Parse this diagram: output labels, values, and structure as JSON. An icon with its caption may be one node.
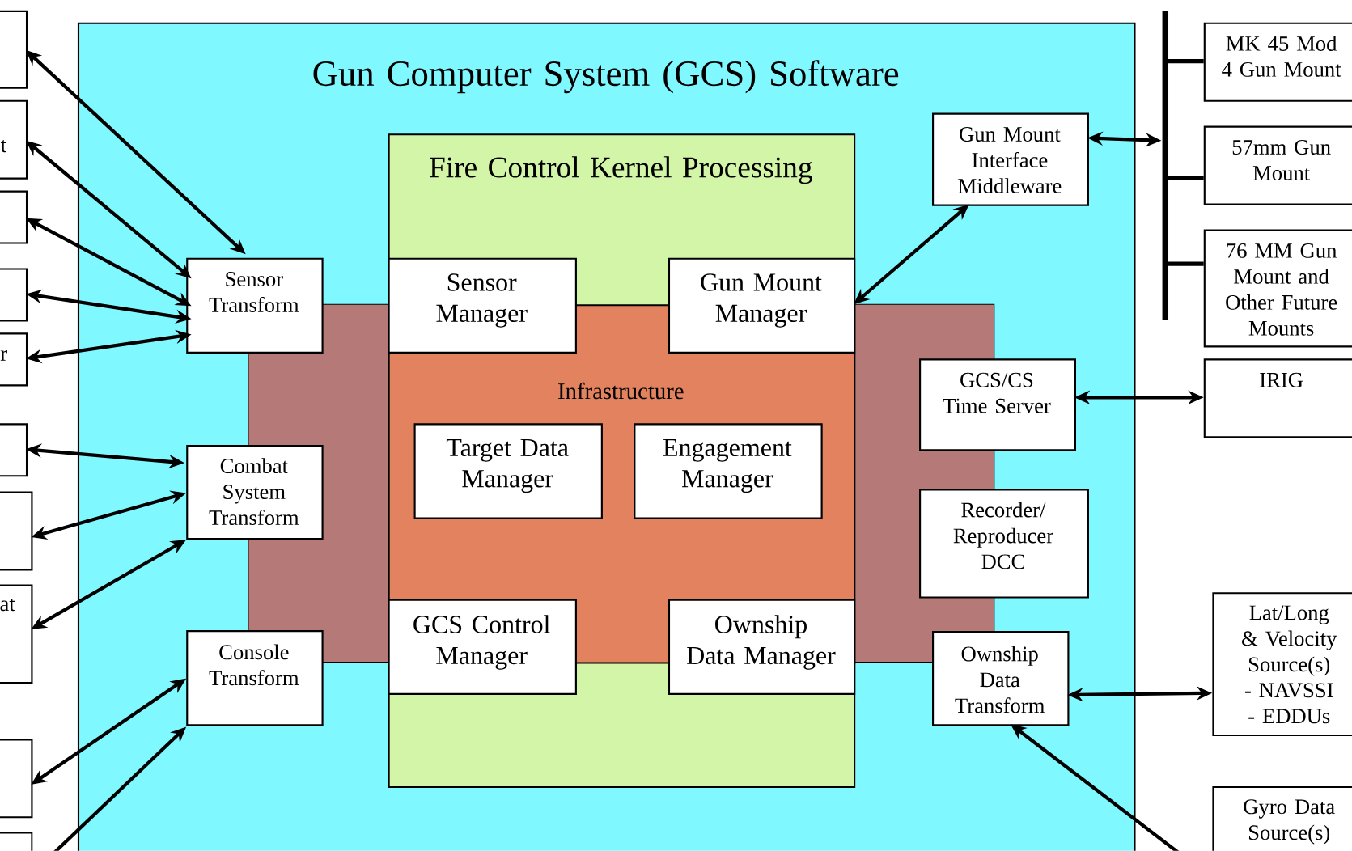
{
  "diagram": {
    "nodes": [
      {
        "text": [
          "Gun Computer System (GCS) Software"
        ]
      },
      {
        "text": [
          "Fire Control Kernel Processing"
        ],
        "in": 0
      },
      {
        "text": [
          "Sensor Manager"
        ],
        "in": 1
      },
      {
        "text": [
          "Gun Mount Manager"
        ],
        "in": 1
      },
      {
        "text": [
          "Infrastructure"
        ],
        "in": 1
      },
      {
        "text": [
          "Target Data Manager"
        ],
        "in": 4
      },
      {
        "text": [
          "Engagement Manager"
        ],
        "in": 4
      },
      {
        "text": [
          "GCS Control Manager"
        ],
        "in": 1
      },
      {
        "text": [
          "Ownship Data Manager"
        ],
        "in": 1
      },
      {
        "text": [
          "Sensor Transform"
        ],
        "in": 0
      },
      {
        "text": [
          "Combat System Transform"
        ],
        "in": 0
      },
      {
        "text": [
          "Console Transform"
        ],
        "in": 0
      },
      {
        "text": [
          "Gun Mount Interface Middleware"
        ],
        "in": 0
      },
      {
        "text": [
          "GCS/CS Time Server"
        ],
        "in": 0
      },
      {
        "text": [
          "Recorder/ Reproducer DCC"
        ],
        "in": 0
      },
      {
        "text": [
          "Ownship Data Transform"
        ],
        "in": 0
      },
      {
        "text": [
          "MK 45 Mod 4 Gun Mount"
        ]
      },
      {
        "text": [
          "57mm Gun Mount"
        ]
      },
      {
        "text": [
          "76 MM Gun Mount and Other Future Mounts"
        ]
      },
      {
        "text": [
          "IRIG"
        ]
      },
      {
        "text": [
          "Lat/Long & Velocity Source(s) - NAVSSI - EDDUs"
        ]
      },
      {
        "text": [
          "Gyro Data Source(s)"
        ]
      },
      {
        "text": [],
        "shape": "bar"
      },
      {
        "text": [],
        "shape": "box"
      },
      {
        "text": [
          "t"
        ]
      },
      {
        "text": [],
        "shape": "box"
      },
      {
        "text": [],
        "shape": "box"
      },
      {
        "text": [
          "r"
        ]
      },
      {
        "text": [],
        "shape": "box"
      },
      {
        "text": [],
        "shape": "box"
      },
      {
        "text": [
          "at"
        ]
      },
      {
        "text": [],
        "shape": "box"
      },
      {
        "text": [],
        "shape": "box"
      }
    ],
    "edges": [
      {
        "from": 23,
        "to": 9,
        "arrow": "both"
      },
      {
        "from": 24,
        "to": 9,
        "arrow": "both"
      },
      {
        "from": 25,
        "to": 9,
        "arrow": "both"
      },
      {
        "from": 26,
        "to": 9,
        "arrow": "both"
      },
      {
        "from": 27,
        "to": 9,
        "arrow": "both"
      },
      {
        "from": 28,
        "to": 10,
        "arrow": "both"
      },
      {
        "from": 29,
        "to": 10,
        "arrow": "both"
      },
      {
        "from": 30,
        "to": 10,
        "arrow": "both"
      },
      {
        "from": 31,
        "to": 11,
        "arrow": "both"
      },
      {
        "from": null,
        "to": 11,
        "arrow": "to"
      },
      {
        "from": 3,
        "to": 12,
        "arrow": "both"
      },
      {
        "from": 12,
        "to": 22,
        "arrow": "both"
      },
      {
        "from": 22,
        "to": 16,
        "arrow": "none"
      },
      {
        "from": 22,
        "to": 17,
        "arrow": "none"
      },
      {
        "from": 22,
        "to": 18,
        "arrow": "none"
      },
      {
        "from": 13,
        "to": 19,
        "arrow": "both"
      },
      {
        "from": 15,
        "to": 20,
        "arrow": "both"
      },
      {
        "from": null,
        "to": 15,
        "arrow": "to"
      }
    ]
  }
}
